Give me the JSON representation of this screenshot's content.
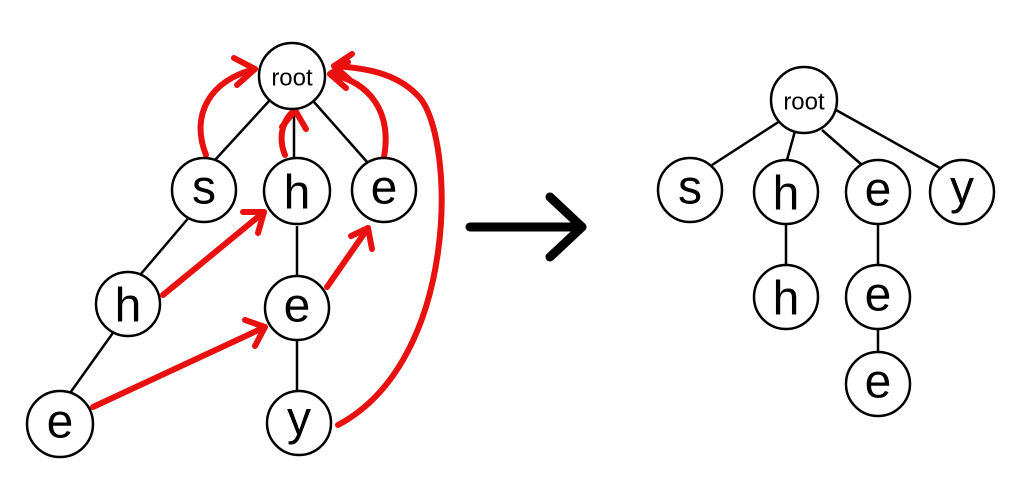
{
  "left_tree": {
    "root": "root",
    "nodes": [
      "s",
      "h",
      "e",
      "h",
      "e",
      "e",
      "y"
    ]
  },
  "right_tree": {
    "root": "root",
    "nodes": [
      "s",
      "h",
      "e",
      "y",
      "h",
      "e",
      "e"
    ]
  },
  "colors": {
    "failure_link": "#e8110f",
    "edge": "#000000",
    "node_fill": "#ffffff"
  }
}
